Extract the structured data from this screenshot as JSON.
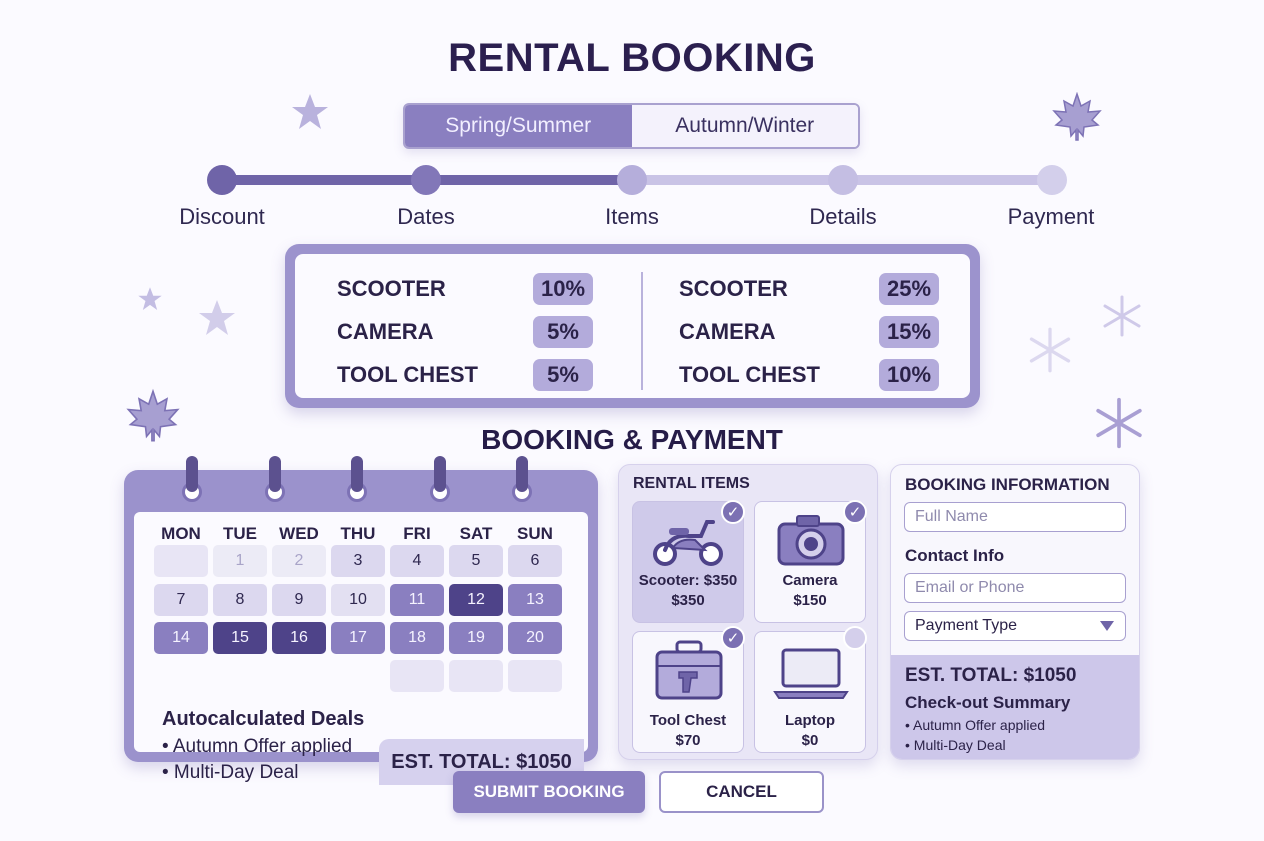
{
  "title": "RENTAL BOOKING",
  "season_toggle": {
    "options": [
      "Spring/Summer",
      "Autumn/Winter"
    ],
    "active": "Spring/Summer"
  },
  "steps": [
    "Discount",
    "Dates",
    "Items",
    "Details",
    "Payment"
  ],
  "completed_steps": 3,
  "discounts": {
    "spring_summer": [
      {
        "item": "SCOOTER",
        "pct": "10%"
      },
      {
        "item": "CAMERA",
        "pct": "5%"
      },
      {
        "item": "TOOL CHEST",
        "pct": "5%"
      }
    ],
    "autumn_winter": [
      {
        "item": "SCOOTER",
        "pct": "25%"
      },
      {
        "item": "CAMERA",
        "pct": "15%"
      },
      {
        "item": "TOOL CHEST",
        "pct": "10%"
      }
    ]
  },
  "booking_heading": "BOOKING & PAYMENT",
  "calendar": {
    "weekdays": [
      "MON",
      "TUE",
      "WED",
      "THU",
      "FRI",
      "SAT",
      "SUN"
    ],
    "rows": [
      [
        "",
        "1",
        "2",
        "3",
        "4",
        "5",
        "6"
      ],
      [
        "7",
        "8",
        "9",
        "10",
        "11",
        "12",
        "13"
      ],
      [
        "14",
        "15",
        "16",
        "17",
        "18",
        "19",
        "20"
      ]
    ],
    "deals_title": "Autocalculated Deals",
    "deals": [
      "• Autumn Offer applied",
      "• Multi-Day Deal"
    ],
    "total": "EST. TOTAL: $1050"
  },
  "rental_items": {
    "title": "RENTAL ITEMS",
    "items": [
      {
        "name": "Scooter: $350",
        "price": "$350",
        "icon": "scooter-icon",
        "selected": true
      },
      {
        "name": "Camera",
        "price": "$150",
        "icon": "camera-icon",
        "selected": true
      },
      {
        "name": "Tool Chest",
        "price": "$70",
        "icon": "tool-chest-icon",
        "selected": true
      },
      {
        "name": "Laptop",
        "price": "$0",
        "icon": "laptop-icon",
        "selected": false
      }
    ]
  },
  "booking_info": {
    "title": "BOOKING INFORMATION",
    "name_placeholder": "Full Name",
    "contact_label": "Contact Info",
    "contact_placeholder": "Email or Phone",
    "payment_select": "Payment Type",
    "total": "EST. TOTAL: $1050",
    "summary_title": "Check-out Summary",
    "summary_items": [
      "• Autumn Offer applied",
      "• Multi-Day Deal"
    ]
  },
  "buttons": {
    "submit": "SUBMIT BOOKING",
    "cancel": "CANCEL"
  },
  "colors": {
    "accent": "#8a7fc0",
    "accent_dark": "#4e4389",
    "text": "#2b2248"
  }
}
